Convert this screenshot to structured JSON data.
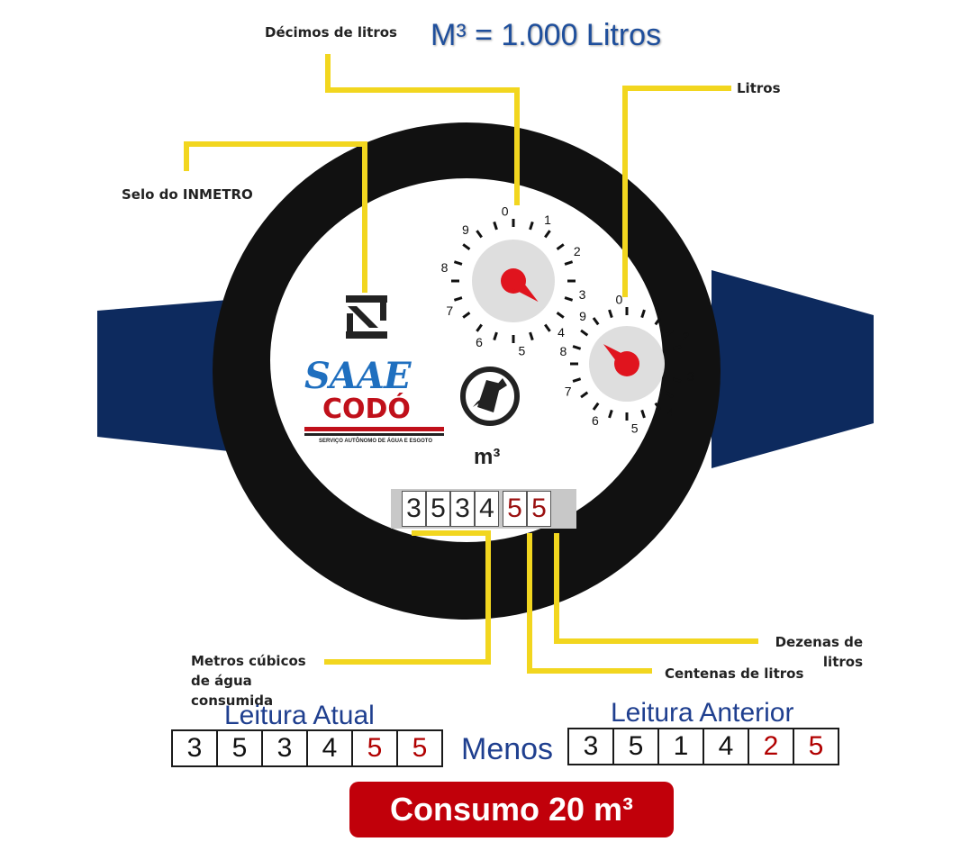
{
  "title": "M³ = 1.000 Litros",
  "labels": {
    "decimos": "Décimos de litros",
    "litros": "Litros",
    "selo": "Selo do INMETRO",
    "metros": "Metros cúbicos de água consumida",
    "centenas": "Centenas  de litros",
    "dezenas": "Dezenas  de litros"
  },
  "logo": {
    "text_top": "SAAE",
    "text_bottom": "CODÓ",
    "subtitle": "SERVIÇO AUTÔNOMO DE ÁGUA E ESGOTO"
  },
  "unit": "m³",
  "dial_numbers": [
    "0",
    "1",
    "2",
    "3",
    "4",
    "5",
    "6",
    "7",
    "8",
    "9"
  ],
  "meter_counter": [
    {
      "digit": "3",
      "color": "black"
    },
    {
      "digit": "5",
      "color": "black"
    },
    {
      "digit": "3",
      "color": "black"
    },
    {
      "digit": "4",
      "color": "black"
    },
    {
      "digit": "5",
      "color": "red"
    },
    {
      "digit": "5",
      "color": "red"
    }
  ],
  "leitura_atual": {
    "title": "Leitura Atual",
    "digits": [
      "3",
      "5",
      "3",
      "4",
      "5",
      "5"
    ],
    "red_from_index": 4
  },
  "leitura_anterior": {
    "title": "Leitura Anterior",
    "digits": [
      "3",
      "5",
      "1",
      "4",
      "2",
      "5"
    ],
    "red_from_index": 4
  },
  "menos": "Menos",
  "consumo": "Consumo 20 m³",
  "colors": {
    "title_blue": "#1f4f9c",
    "navy_band": "#0d2a5e",
    "leader_yellow": "#f2d61f",
    "pointer_red": "#e0141e",
    "consumo_red": "#c1000a",
    "digit_red": "#b10000"
  }
}
